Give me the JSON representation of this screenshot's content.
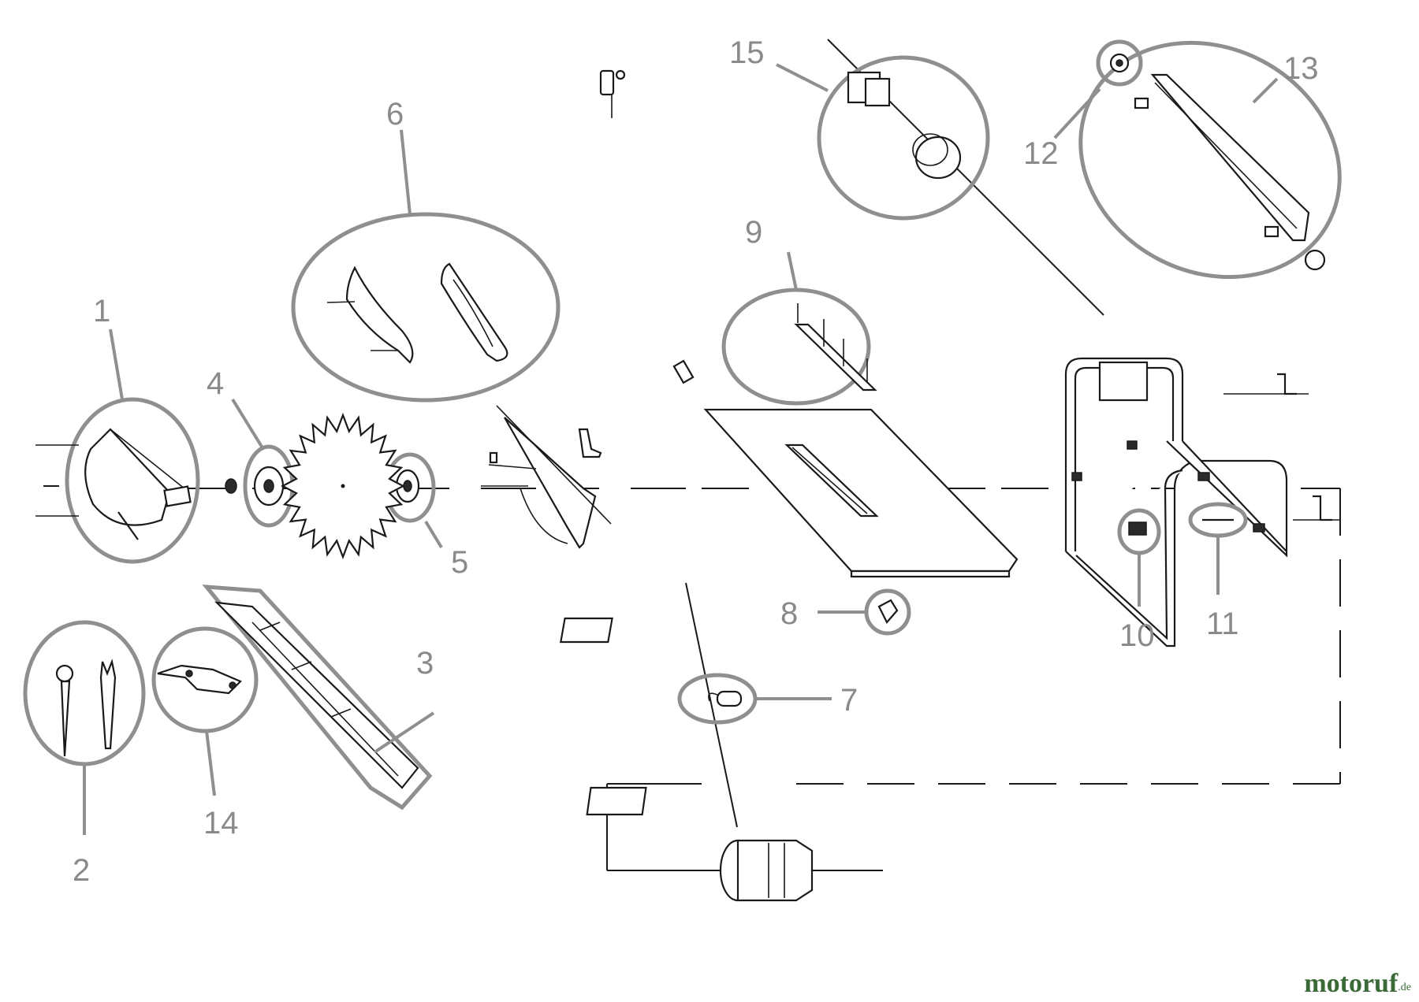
{
  "callouts": [
    "1",
    "2",
    "3",
    "4",
    "5",
    "6",
    "7",
    "8",
    "9",
    "10",
    "11",
    "12",
    "13",
    "14",
    "15"
  ],
  "watermark": {
    "brand": "motoruf",
    "tld": ".de",
    "color": "#3a6a35"
  },
  "colors": {
    "callout": "#8a8a8a",
    "line": "#1a1a1a"
  }
}
